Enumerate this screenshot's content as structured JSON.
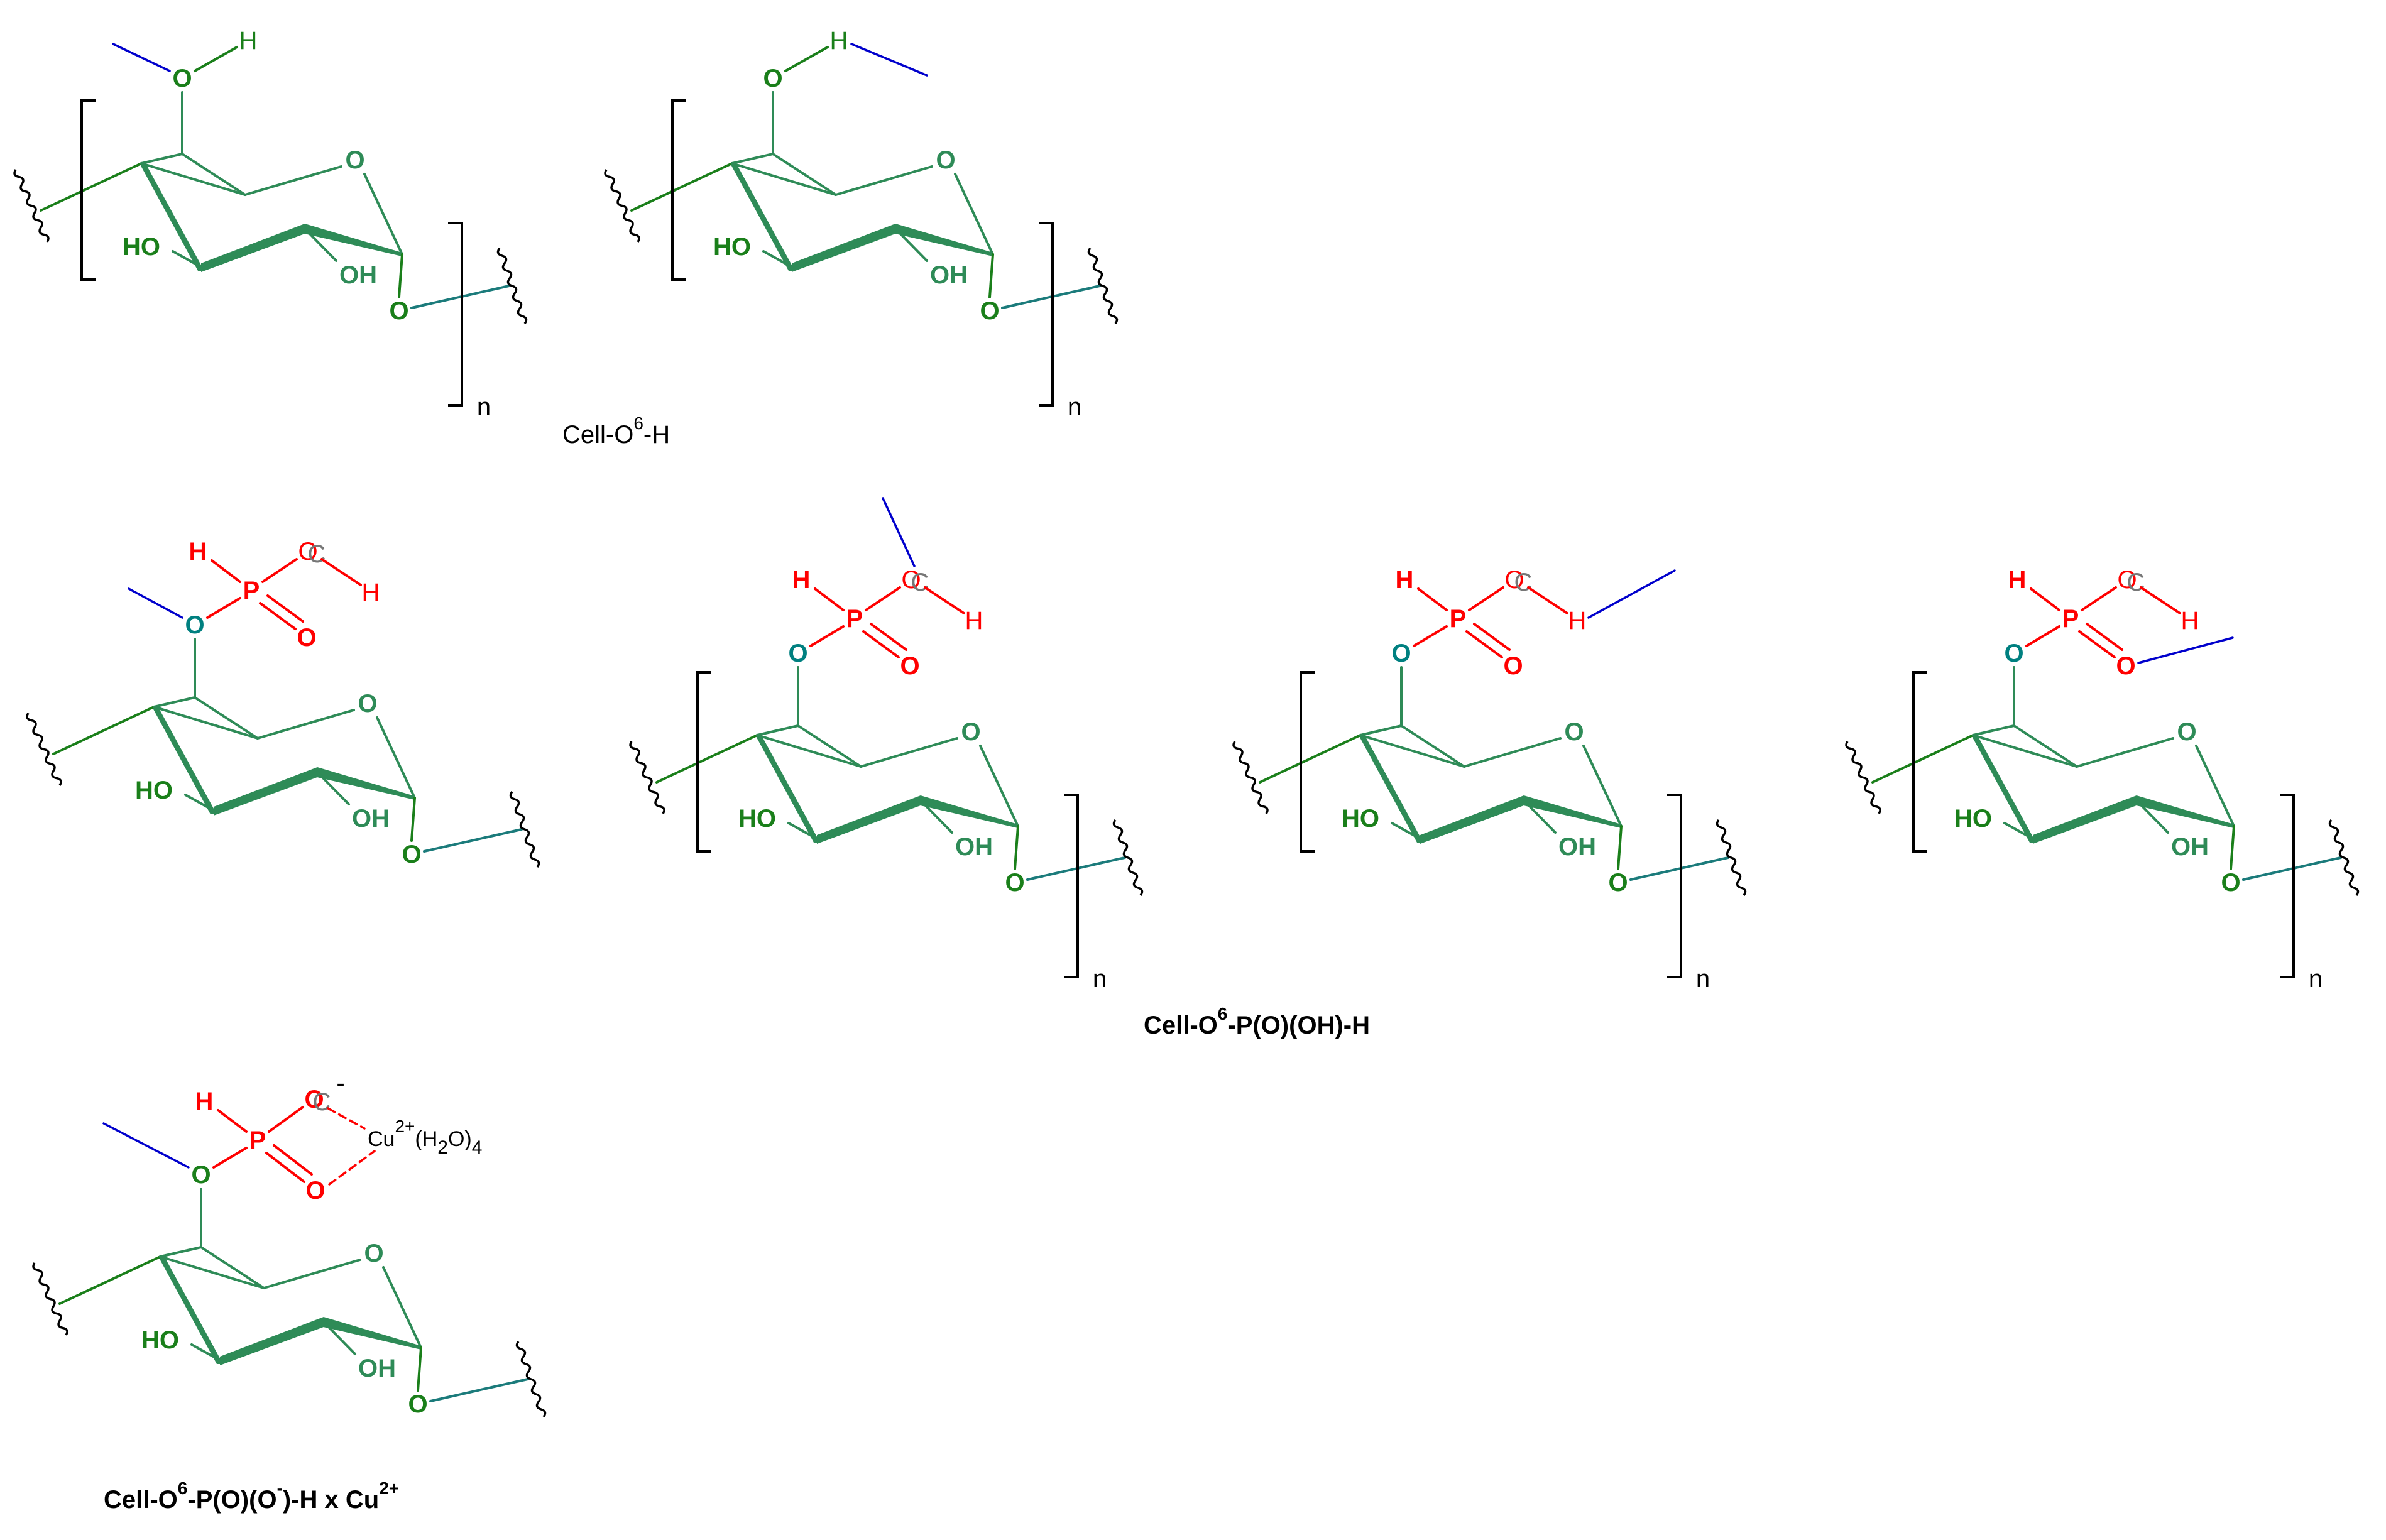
{
  "colors": {
    "ring": "#2e8b57",
    "oxygen_ring": "#2e8b57",
    "hydroxyl": "#1a7f1a",
    "glycosidic": "#1a7f1a",
    "link": "#1b7b7b",
    "phosphonate": "#ff0000",
    "hbond": "#0000cc",
    "dark_o": "#008080",
    "bracket": "#000000"
  },
  "atoms": {
    "O": "O",
    "H": "H",
    "HO": "HO",
    "OH": "OH",
    "P": "P",
    "C": "C",
    "Cu": "Cu",
    "cu_charge": "2+",
    "minus": "-",
    "water_open": "(H",
    "water_sub": "2",
    "water_close": "O)",
    "water_count": "4"
  },
  "repeat_index": "n",
  "captions": {
    "cell_oh": {
      "pre": "Cell-O",
      "sup": "6",
      "post": "-H"
    },
    "cell_phosphonic": {
      "pre": "Cell-O",
      "sup": "6",
      "post": "-P(O)(OH)-H"
    },
    "cell_phosphonate_cu": {
      "pre": "Cell-O",
      "sup": "6",
      "mid": "-P(O)(O",
      "sup2": "-",
      "post": ")-H x Cu",
      "sup3": "2+"
    }
  }
}
